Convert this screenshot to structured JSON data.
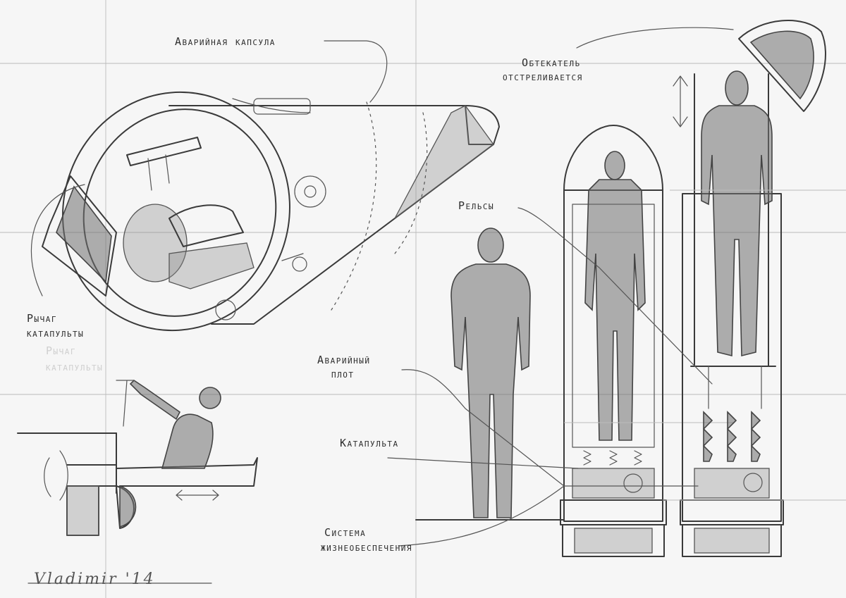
{
  "labels": {
    "capsule": "Аварийная капсула",
    "fairing_line1": "Обтекатель",
    "fairing_line2": "отстреливается",
    "rails": "Рельсы",
    "lever_line1": "Рычаг",
    "lever_line2": "катапульты",
    "lever_ghost_line1": "Рычаг",
    "lever_ghost_line2": "катапульты",
    "raft_line1": "Аварийный",
    "raft_line2": "плот",
    "catapult": "Катапульта",
    "life_support_line1": "Система",
    "life_support_line2": "жизнеобеспечения"
  },
  "signature": "Vladimir '14",
  "colors": {
    "paper": "#f6f6f6",
    "ink": "#3a3a3a",
    "shade": "#6f6f6f"
  }
}
